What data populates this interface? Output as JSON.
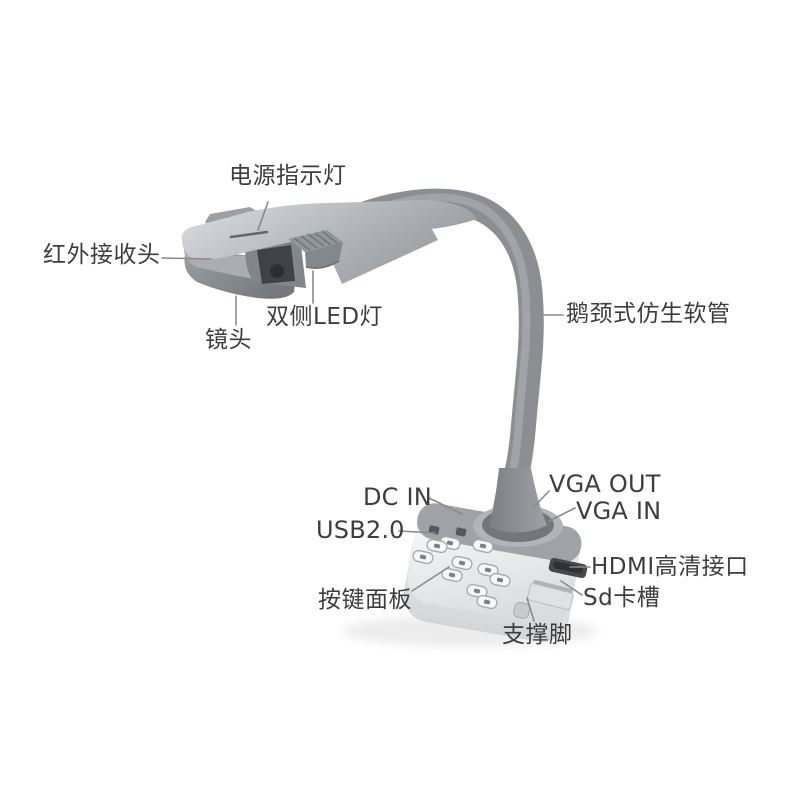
{
  "page": {
    "background": "#ffffff"
  },
  "device": {
    "name": "document camera (visualizer) product diagram",
    "colors": {
      "head_light": "#d8dbde",
      "head_mid": "#a6aaae",
      "head_dark": "#7e8286",
      "neck": "#8b8f93",
      "lens_cavity": "#3f4347",
      "base_top": "#f2f3f5",
      "base_band": "#9fa3a7",
      "button_face": "#f6f7f8",
      "hdmi_slot": "#45494d",
      "label_text": "#3d3d3d",
      "leader_line": "#8a8a8a"
    }
  },
  "labels": [
    {
      "id": "power-indicator-light",
      "text": "电源指示灯"
    },
    {
      "id": "ir-receiver",
      "text": "红外接收头"
    },
    {
      "id": "lens",
      "text": "镜头"
    },
    {
      "id": "dual-side-led",
      "text": "双侧LED灯"
    },
    {
      "id": "gooseneck-tube",
      "text": "鹅颈式仿生软管"
    },
    {
      "id": "dc-in",
      "text": "DC IN"
    },
    {
      "id": "usb-2-0",
      "text": "USB2.0"
    },
    {
      "id": "vga-out",
      "text": "VGA OUT"
    },
    {
      "id": "vga-in",
      "text": "VGA IN"
    },
    {
      "id": "hdmi-port",
      "text": "HDMI高清接口"
    },
    {
      "id": "sd-card-slot",
      "text": "Sd卡槽"
    },
    {
      "id": "keypad-panel",
      "text": "按键面板"
    },
    {
      "id": "support-foot",
      "text": "支撑脚"
    }
  ]
}
